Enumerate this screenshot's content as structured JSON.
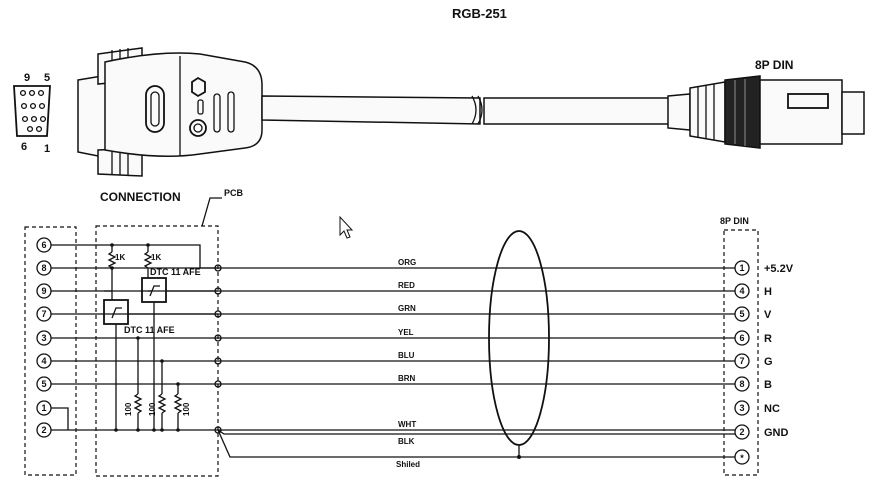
{
  "title": "RGB-251",
  "din_label": "8P DIN",
  "connection_label": "CONNECTION",
  "pcb_label": "PCB",
  "din_box_label": "8P DIN",
  "dsub_pins": {
    "top_left": "9",
    "top_right": "5",
    "bottom_left": "6",
    "bottom_right": "1"
  },
  "resistors": {
    "pullup_a": "1K",
    "pullup_b": "1K",
    "r1": "100",
    "r2": "100",
    "r3": "100"
  },
  "transistors": {
    "upper": "DTC 11 AFE",
    "lower": "DTC 11 AFE"
  },
  "left_pins": [
    "6",
    "8",
    "9",
    "7",
    "3",
    "4",
    "5",
    "1",
    "2"
  ],
  "wires": [
    {
      "color": "ORG",
      "din_pin": "1",
      "signal": "+5.2V"
    },
    {
      "color": "RED",
      "din_pin": "4",
      "signal": "H"
    },
    {
      "color": "GRN",
      "din_pin": "5",
      "signal": "V"
    },
    {
      "color": "YEL",
      "din_pin": "6",
      "signal": "R"
    },
    {
      "color": "BLU",
      "din_pin": "7",
      "signal": "G"
    },
    {
      "color": "BRN",
      "din_pin": "8",
      "signal": "B"
    },
    {
      "color": "",
      "din_pin": "3",
      "signal": "NC"
    },
    {
      "color": "WHT",
      "din_pin": "2",
      "signal": "GND"
    },
    {
      "color": "BLK",
      "din_pin": "",
      "signal": ""
    },
    {
      "color": "Shiled",
      "din_pin": "*",
      "signal": ""
    }
  ]
}
